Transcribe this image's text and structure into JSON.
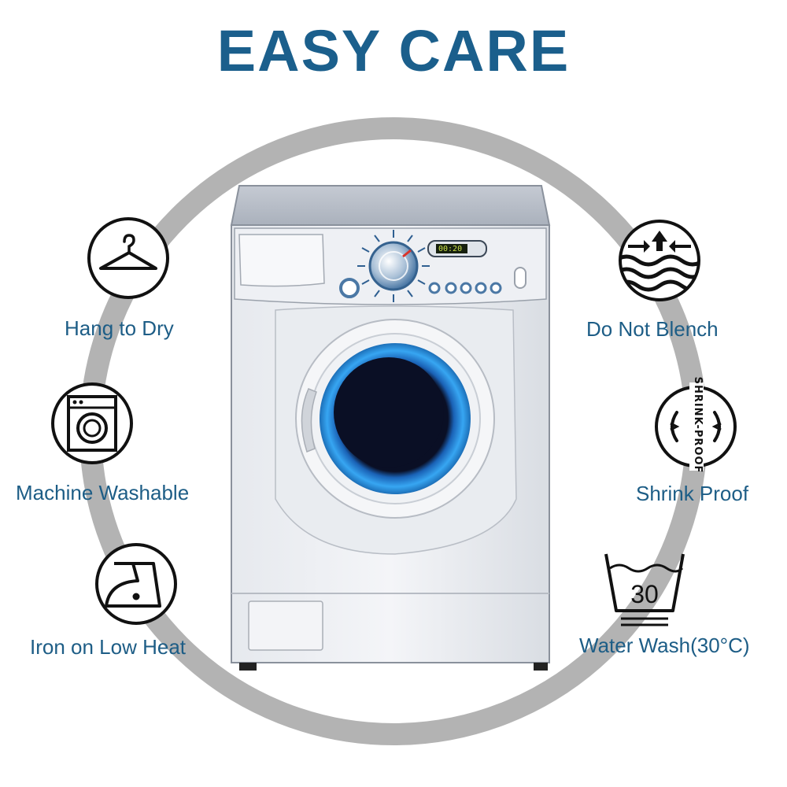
{
  "title": "EASY CARE",
  "colors": {
    "title": "#1b5f8c",
    "label": "#1d5d86",
    "ring": "#b3b3b3",
    "icon_stroke": "#111111",
    "drum_blue": "#1e90e0"
  },
  "machine": {
    "display_time": "00:20"
  },
  "care_items": [
    {
      "label": "Hang to Dry",
      "icon": "hanger-icon"
    },
    {
      "label": "Machine Washable",
      "icon": "washing-machine-icon"
    },
    {
      "label": "Iron on Low Heat",
      "icon": "iron-icon"
    },
    {
      "label": "Do Not Blench",
      "icon": "do-not-bleach-icon"
    },
    {
      "label": "Shrink Proof",
      "icon": "shrink-proof-icon",
      "badge_text": "SHRINK-PROOF"
    },
    {
      "label": "Water Wash(30°C)",
      "icon": "wash-tub-30-icon",
      "tub_number": "30"
    }
  ]
}
